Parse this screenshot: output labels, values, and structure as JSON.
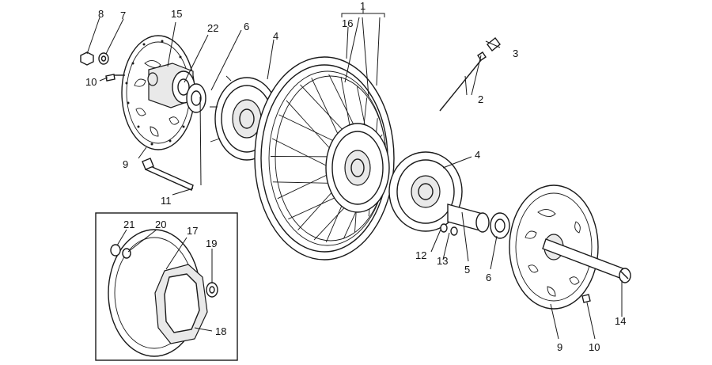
{
  "diagram": {
    "callouts": {
      "c1": "1",
      "c2": "2",
      "c3": "3",
      "c4a": "4",
      "c4b": "4",
      "c5": "5",
      "c6a": "6",
      "c6b": "6",
      "c7": "7",
      "c8": "8",
      "c9a": "9",
      "c9b": "9",
      "c10a": "10",
      "c10b": "10",
      "c11": "11",
      "c12": "12",
      "c13": "13",
      "c14": "14",
      "c15": "15",
      "c16": "16",
      "c17": "17",
      "c18": "18",
      "c19": "19",
      "c20": "20",
      "c21": "21",
      "c22": "22"
    }
  }
}
